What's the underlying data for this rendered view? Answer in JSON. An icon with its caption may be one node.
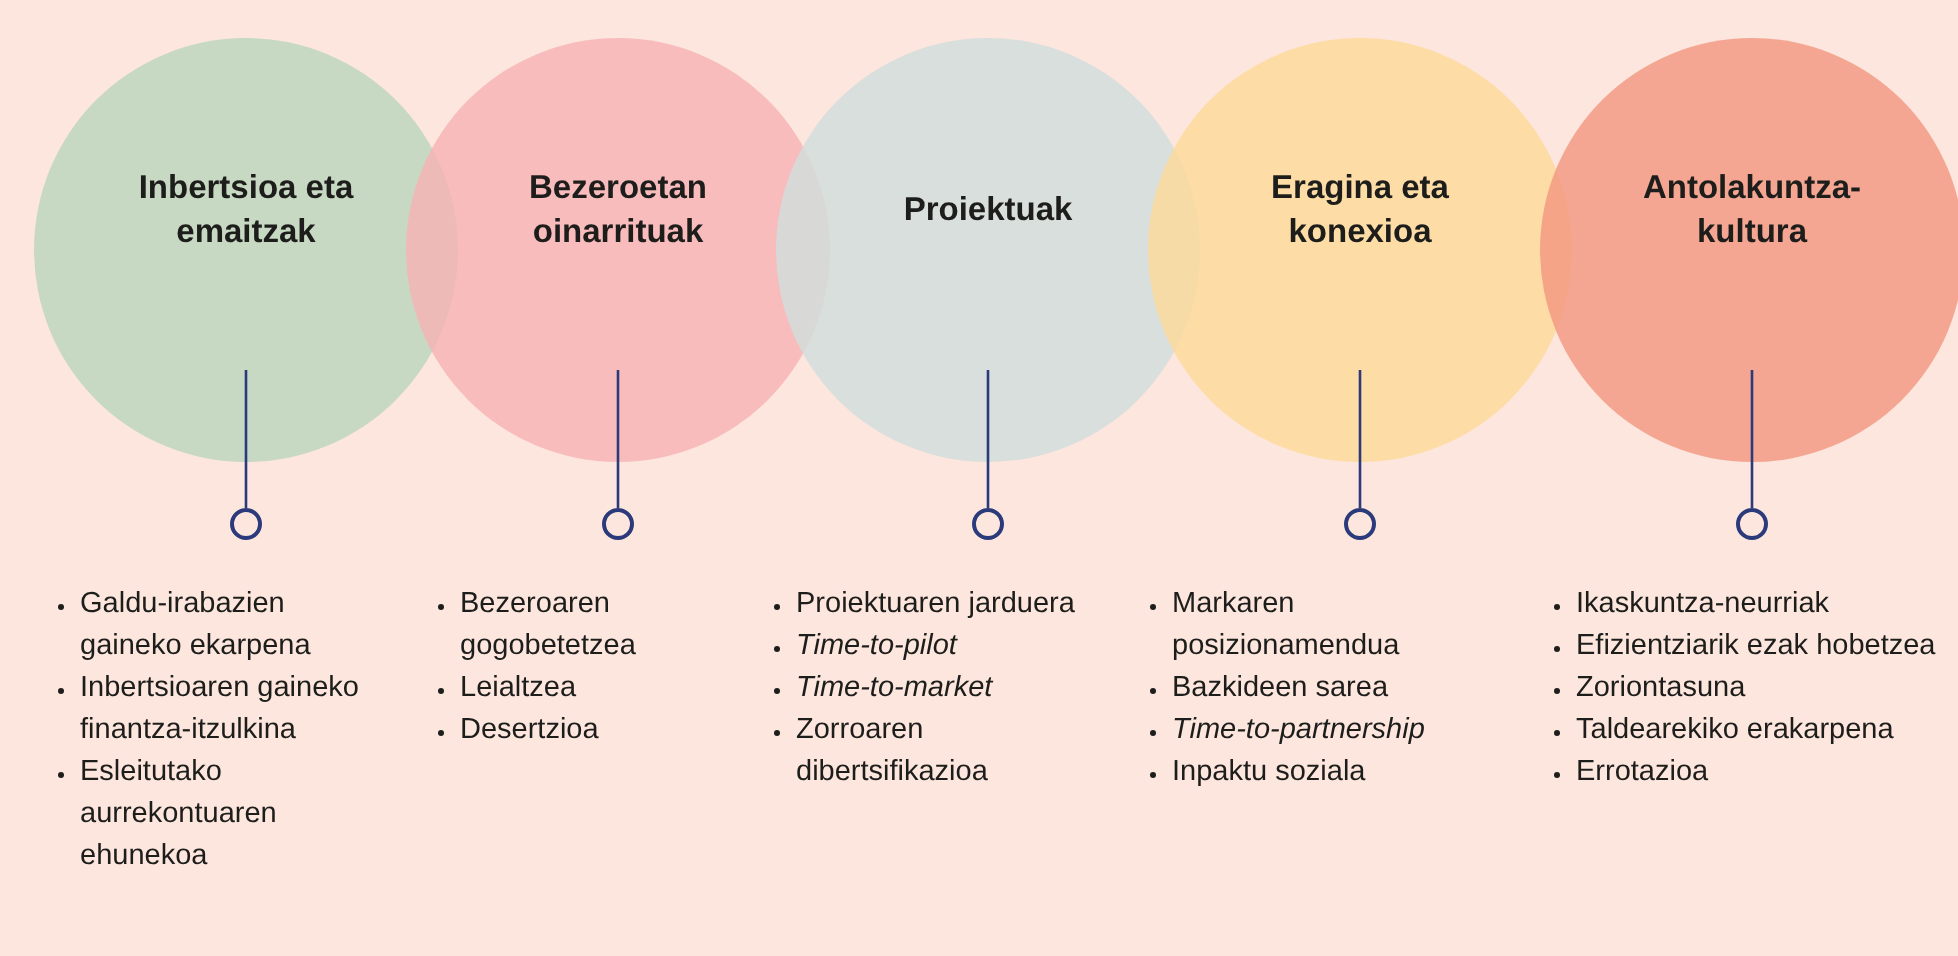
{
  "diagram": {
    "nodes": [
      {
        "text": [
          "Inbertsioa eta emaitzak"
        ]
      },
      {
        "text": [
          "Bezeroetan oinarrituak"
        ]
      },
      {
        "text": [
          "Proiektuak"
        ]
      },
      {
        "text": [
          "Eragina eta konexioa"
        ]
      },
      {
        "text": [
          "Antolakuntza-kultura"
        ]
      },
      {
        "text": [],
        "shape": "circle",
        "beside": [
          "Galdu-irabazien gaineko ekarpena",
          "Inbertsioaren gaineko finantza-itzulkina",
          "Esleitutako aurrekontuaren ehunekoa"
        ]
      },
      {
        "text": [],
        "shape": "circle",
        "beside": [
          "Bezeroaren gogobetetzea",
          "Leialtzea",
          "Desertzioa"
        ]
      },
      {
        "text": [],
        "shape": "circle",
        "beside": [
          "Proiektuaren jarduera",
          "Time-to-pilot",
          "Time-to-market",
          "Zorroaren dibertsifikazioa"
        ]
      },
      {
        "text": [],
        "shape": "circle",
        "beside": [
          "Markaren posizionamendua",
          "Bazkideen sarea",
          "Time-to-partnership",
          "Inpaktu soziala"
        ]
      },
      {
        "text": [],
        "shape": "circle",
        "beside": [
          "Ikaskuntza-neurriak",
          "Efizientziarik ezak hobetzea",
          "Zoriontasuna",
          "Taldearekiko erakarpena",
          "Errotazioa"
        ]
      }
    ],
    "edges": [
      {
        "from": 0,
        "to": 5,
        "arrow": "none"
      },
      {
        "from": 1,
        "to": 6,
        "arrow": "none"
      },
      {
        "from": 2,
        "to": 7,
        "arrow": "none"
      },
      {
        "from": 3,
        "to": 8,
        "arrow": "none"
      },
      {
        "from": 4,
        "to": 9,
        "arrow": "none"
      }
    ]
  }
}
